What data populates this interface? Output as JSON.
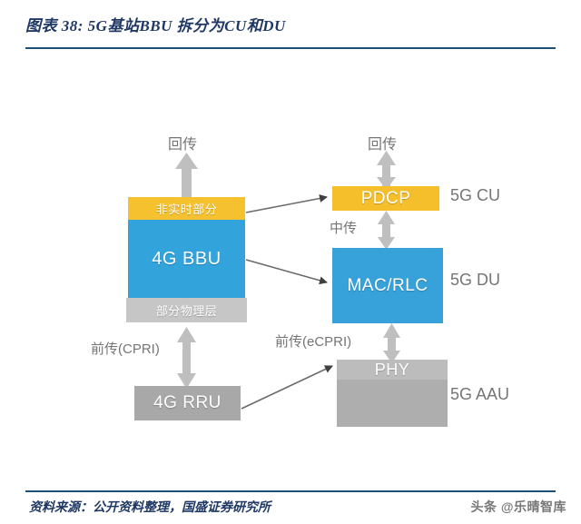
{
  "header": {
    "title": "图表 38:  5G基站BBU 拆分为CU和DU"
  },
  "footer": {
    "source": "资料来源：公开资料整理，国盛证券研究所",
    "watermark": "头条 @乐晴智库"
  },
  "diagram": {
    "nodes": {
      "non_realtime": "非实时部分",
      "bbu_4g": "4G BBU",
      "partial_phy": "部分物理层",
      "rru_4g": "4G RRU",
      "pdcp": "PDCP",
      "mac_rlc": "MAC/RLC",
      "phy": "PHY"
    },
    "labels": {
      "backhaul_left": "回传",
      "backhaul_right": "回传",
      "midhaul": "中传",
      "fronthaul_cpri": "前传(CPRI)",
      "fronthaul_ecpri": "前传(eCPRI)",
      "cu_5g": "5G CU",
      "du_5g": "5G DU",
      "aau_5g": "5G AAU"
    },
    "colors": {
      "yellow": "#f5c12e",
      "blue": "#33a3dc",
      "gray_light": "#c6c6c6",
      "gray_mid": "#aeaeae",
      "arrow_gray": "#bfbfbf",
      "arrow_dark": "#595959",
      "title_blue": "#1f3864"
    }
  }
}
